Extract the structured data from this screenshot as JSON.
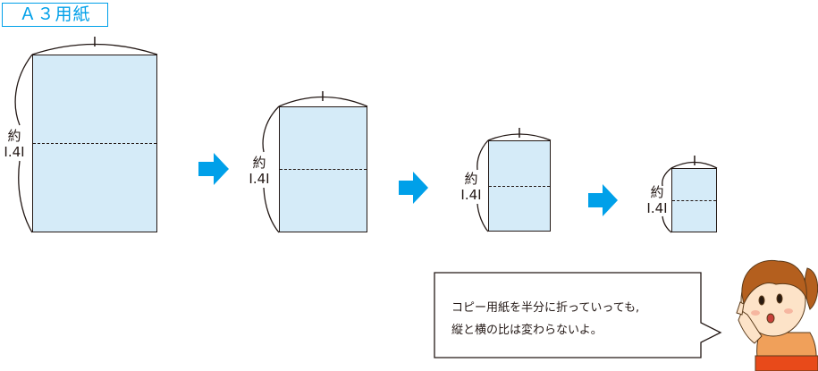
{
  "title": "Ａ３用紙",
  "width_label": "Ⅰ",
  "ratio_label_line1": "約",
  "ratio_label_line2": "Ⅰ.4Ⅰ",
  "speech": {
    "line1": "コピー用紙を半分に折っていっても,",
    "line2": "縦と横の比は変わらないよ。"
  },
  "colors": {
    "accent": "#00a0e9",
    "paper": "#d5ebf8",
    "arrow": "#00a0e9"
  }
}
